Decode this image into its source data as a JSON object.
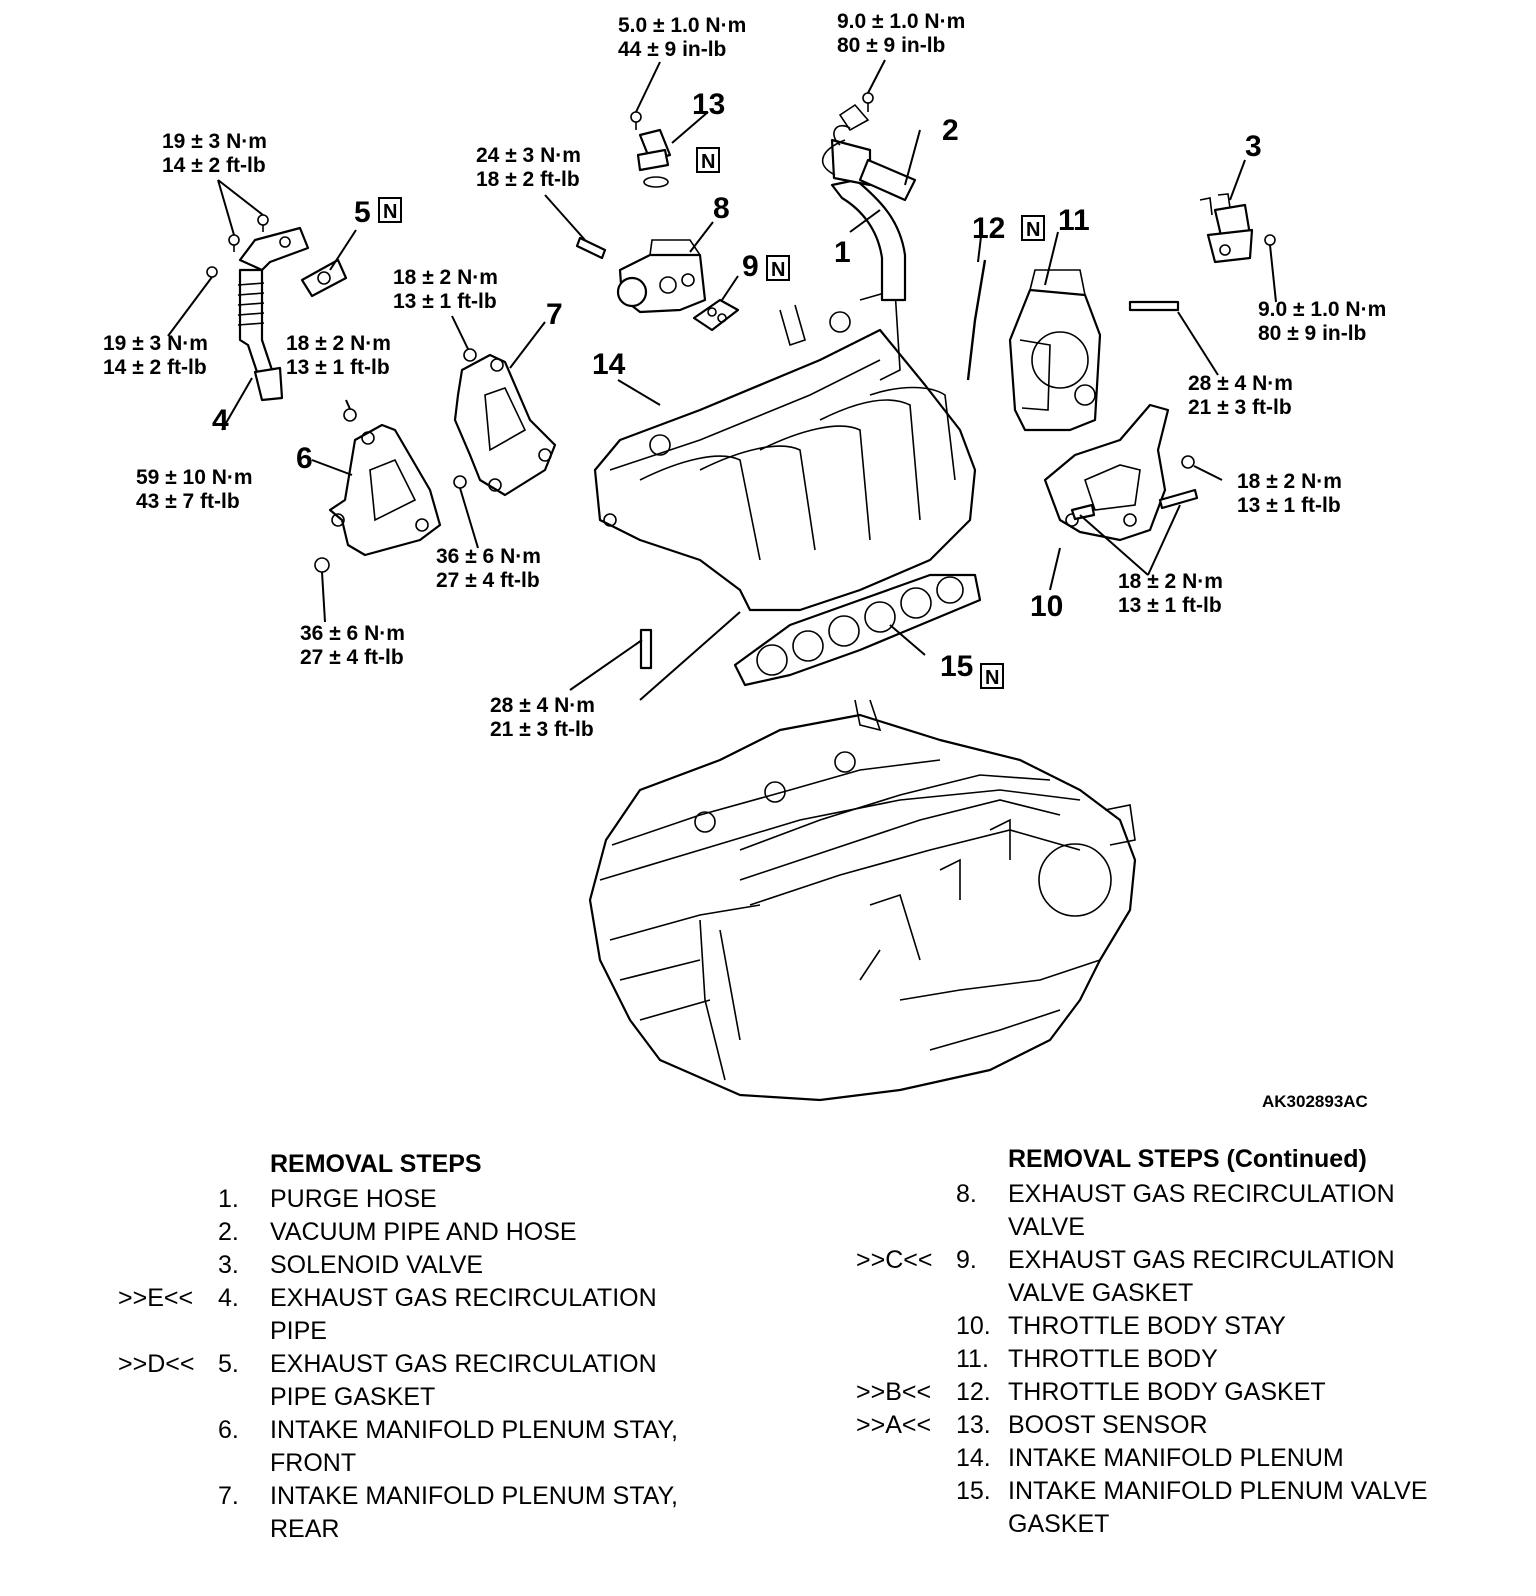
{
  "diagram": {
    "torque_labels": [
      {
        "nm": "5.0 ± 1.0 N·m",
        "imp": "44 ± 9 in-lb"
      },
      {
        "nm": "9.0 ± 1.0 N·m",
        "imp": "80 ± 9 in-lb"
      },
      {
        "nm": "19 ± 3 N·m",
        "imp": "14 ± 2 ft-lb"
      },
      {
        "nm": "24 ± 3 N·m",
        "imp": "18 ± 2 ft-lb"
      },
      {
        "nm": "18 ± 2 N·m",
        "imp": "13 ± 1 ft-lb"
      },
      {
        "nm": "19 ± 3 N·m",
        "imp": "14 ± 2 ft-lb"
      },
      {
        "nm": "18 ± 2 N·m",
        "imp": "13 ± 1 ft-lb"
      },
      {
        "nm": "9.0 ± 1.0 N·m",
        "imp": "80 ± 9 in-lb"
      },
      {
        "nm": "28 ± 4 N·m",
        "imp": "21 ± 3 ft-lb"
      },
      {
        "nm": "59 ± 10 N·m",
        "imp": "43 ± 7 ft-lb"
      },
      {
        "nm": "18 ± 2 N·m",
        "imp": "13 ± 1 ft-lb"
      },
      {
        "nm": "36 ± 6 N·m",
        "imp": "27 ± 4 ft-lb"
      },
      {
        "nm": "18 ± 2 N·m",
        "imp": "13 ± 1 ft-lb"
      },
      {
        "nm": "36 ± 6 N·m",
        "imp": "27 ± 4 ft-lb"
      },
      {
        "nm": "28 ± 4 N·m",
        "imp": "21 ± 3 ft-lb"
      }
    ],
    "callouts": [
      "1",
      "2",
      "3",
      "4",
      "5",
      "6",
      "7",
      "8",
      "9",
      "10",
      "11",
      "12",
      "13",
      "14",
      "15"
    ],
    "new_part_mark": "N",
    "reference_code": "AK302893AC"
  },
  "removal_steps": {
    "heading": "REMOVAL STEPS",
    "heading_continued": "REMOVAL STEPS (Continued)",
    "left": [
      {
        "mark": "",
        "num": "1.",
        "text": "PURGE HOSE"
      },
      {
        "mark": "",
        "num": "2.",
        "text": "VACUUM PIPE AND HOSE"
      },
      {
        "mark": "",
        "num": "3.",
        "text": "SOLENOID VALVE"
      },
      {
        "mark": ">>E<<",
        "num": "4.",
        "text": "EXHAUST GAS RECIRCULATION\nPIPE"
      },
      {
        "mark": ">>D<<",
        "num": "5.",
        "text": "EXHAUST GAS RECIRCULATION\nPIPE GASKET"
      },
      {
        "mark": "",
        "num": "6.",
        "text": "INTAKE MANIFOLD PLENUM STAY,\nFRONT"
      },
      {
        "mark": "",
        "num": "7.",
        "text": "INTAKE MANIFOLD PLENUM STAY,\nREAR"
      }
    ],
    "right": [
      {
        "mark": "",
        "num": "8.",
        "text": "EXHAUST GAS RECIRCULATION\nVALVE"
      },
      {
        "mark": ">>C<<",
        "num": "9.",
        "text": "EXHAUST GAS RECIRCULATION\nVALVE GASKET"
      },
      {
        "mark": "",
        "num": "10.",
        "text": "THROTTLE BODY STAY"
      },
      {
        "mark": "",
        "num": "11.",
        "text": "THROTTLE BODY"
      },
      {
        "mark": ">>B<<",
        "num": "12.",
        "text": "THROTTLE BODY GASKET"
      },
      {
        "mark": ">>A<<",
        "num": "13.",
        "text": "BOOST SENSOR"
      },
      {
        "mark": "",
        "num": "14.",
        "text": "INTAKE MANIFOLD PLENUM"
      },
      {
        "mark": "",
        "num": "15.",
        "text": "INTAKE MANIFOLD PLENUM VALVE\nGASKET"
      }
    ]
  }
}
